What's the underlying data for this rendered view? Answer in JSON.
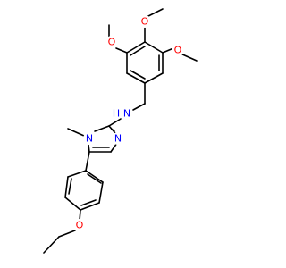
{
  "colors": {
    "bond": "#000000",
    "oxygen": "#ff0000",
    "nitrogen": "#0000ff",
    "background": "#ffffff"
  },
  "atoms": {
    "o_top_left": "O",
    "o_top_center": "O",
    "o_top_right": "O",
    "nh_amine": "N",
    "h_amine": "H",
    "n_methyl": "N",
    "n_imine": "N",
    "o_ethoxy": "O"
  }
}
